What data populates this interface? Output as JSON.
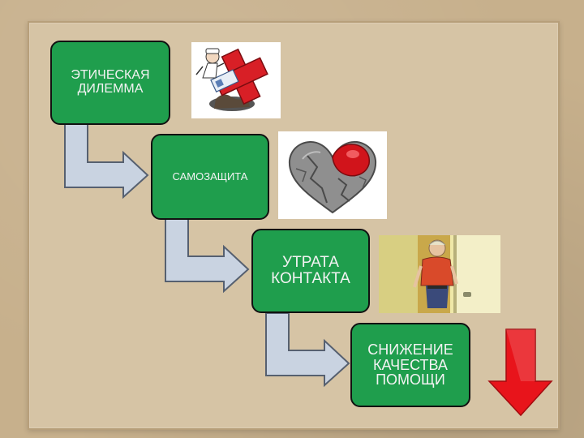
{
  "flow": {
    "steps": [
      {
        "label": "ЭТИЧЕСКАЯ\nДИЛЕММА"
      },
      {
        "label": "САМОЗАЩИТА"
      },
      {
        "label": "УТРАТА\nКОНТАКТА"
      },
      {
        "label": "СНИЖЕНИЕ\nКАЧЕСТВА\nПОМОЩИ"
      }
    ]
  },
  "images": [
    {
      "icon": "doctor-red-cross-cartoon"
    },
    {
      "icon": "stone-heart"
    },
    {
      "icon": "elderly-person-in-doorway"
    }
  ],
  "decline_arrow": {
    "icon": "red-down-arrow",
    "color": "#e8141b"
  },
  "colors": {
    "box_fill": "#1f9e4d",
    "connector_fill": "#c9d3e1"
  }
}
